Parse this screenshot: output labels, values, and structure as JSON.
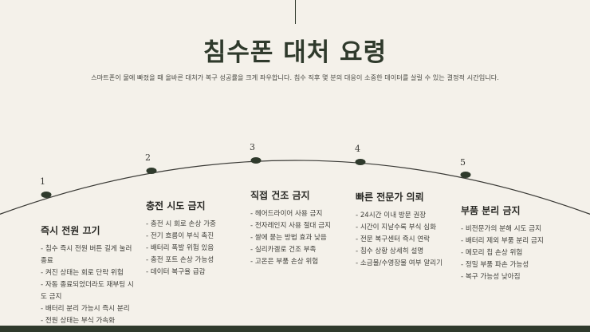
{
  "header": {
    "title": "침수폰 대처 요령",
    "subtitle": "스마트폰이 물에 빠졌을 때 올바른 대처가 복구 성공률을 크게 좌우합니다. 침수 직후 몇 분의 대응이 소중한 데이터를 살릴 수 있는 결정적 시간입니다."
  },
  "steps": [
    {
      "number": "1",
      "title": "즉시 전원 끄기",
      "items": [
        "- 침수 즉시 전원 버튼 길게 눌러",
        "종료",
        "- 켜진 상태는 회로 단락 위험",
        "- 자동 종료되었더라도 재부팅 시",
        "도 금지",
        "- 배터리 분리 가능시 즉시 분리",
        "- 전원 상태는 부식 가속화"
      ]
    },
    {
      "number": "2",
      "title": "충전 시도 금지",
      "items": [
        "- 충전 시 회로 손상 가중",
        "- 전기 흐름이 부식 촉진",
        "- 배터리 폭발 위험 있음",
        "- 충전 포트 손상 가능성",
        "- 데이터 복구율 급감"
      ]
    },
    {
      "number": "3",
      "title": "직접 건조 금지",
      "items": [
        "- 헤어드라이어 사용 금지",
        "- 전자레인지 사용 절대 금지",
        "- 쌀에 묻는 방법 효과 낮음",
        "- 실리카겔로 건조 부족",
        "- 고온은 부품 손상 위험"
      ]
    },
    {
      "number": "4",
      "title": "빠른 전문가 의뢰",
      "items": [
        "- 24시간 이내 방문 권장",
        "- 시간이 지날수록 부식 심화",
        "- 전문 복구센터 즉시 연락",
        "- 침수 상황 상세히 설명",
        "- 소금물/수영장물 여부 알리기"
      ]
    },
    {
      "number": "5",
      "title": "부품 분리 금지",
      "items": [
        "- 비전문가의 분해 시도 금지",
        "- 배터리 제외 부품 분리 금지",
        "- 메모리 칩 손상 위험",
        "- 정밀 부품 파손 가능성",
        "- 복구 가능성 낮아짐"
      ]
    }
  ],
  "colors": {
    "background": "#f4f1ea",
    "accent": "#2f3a2c"
  }
}
